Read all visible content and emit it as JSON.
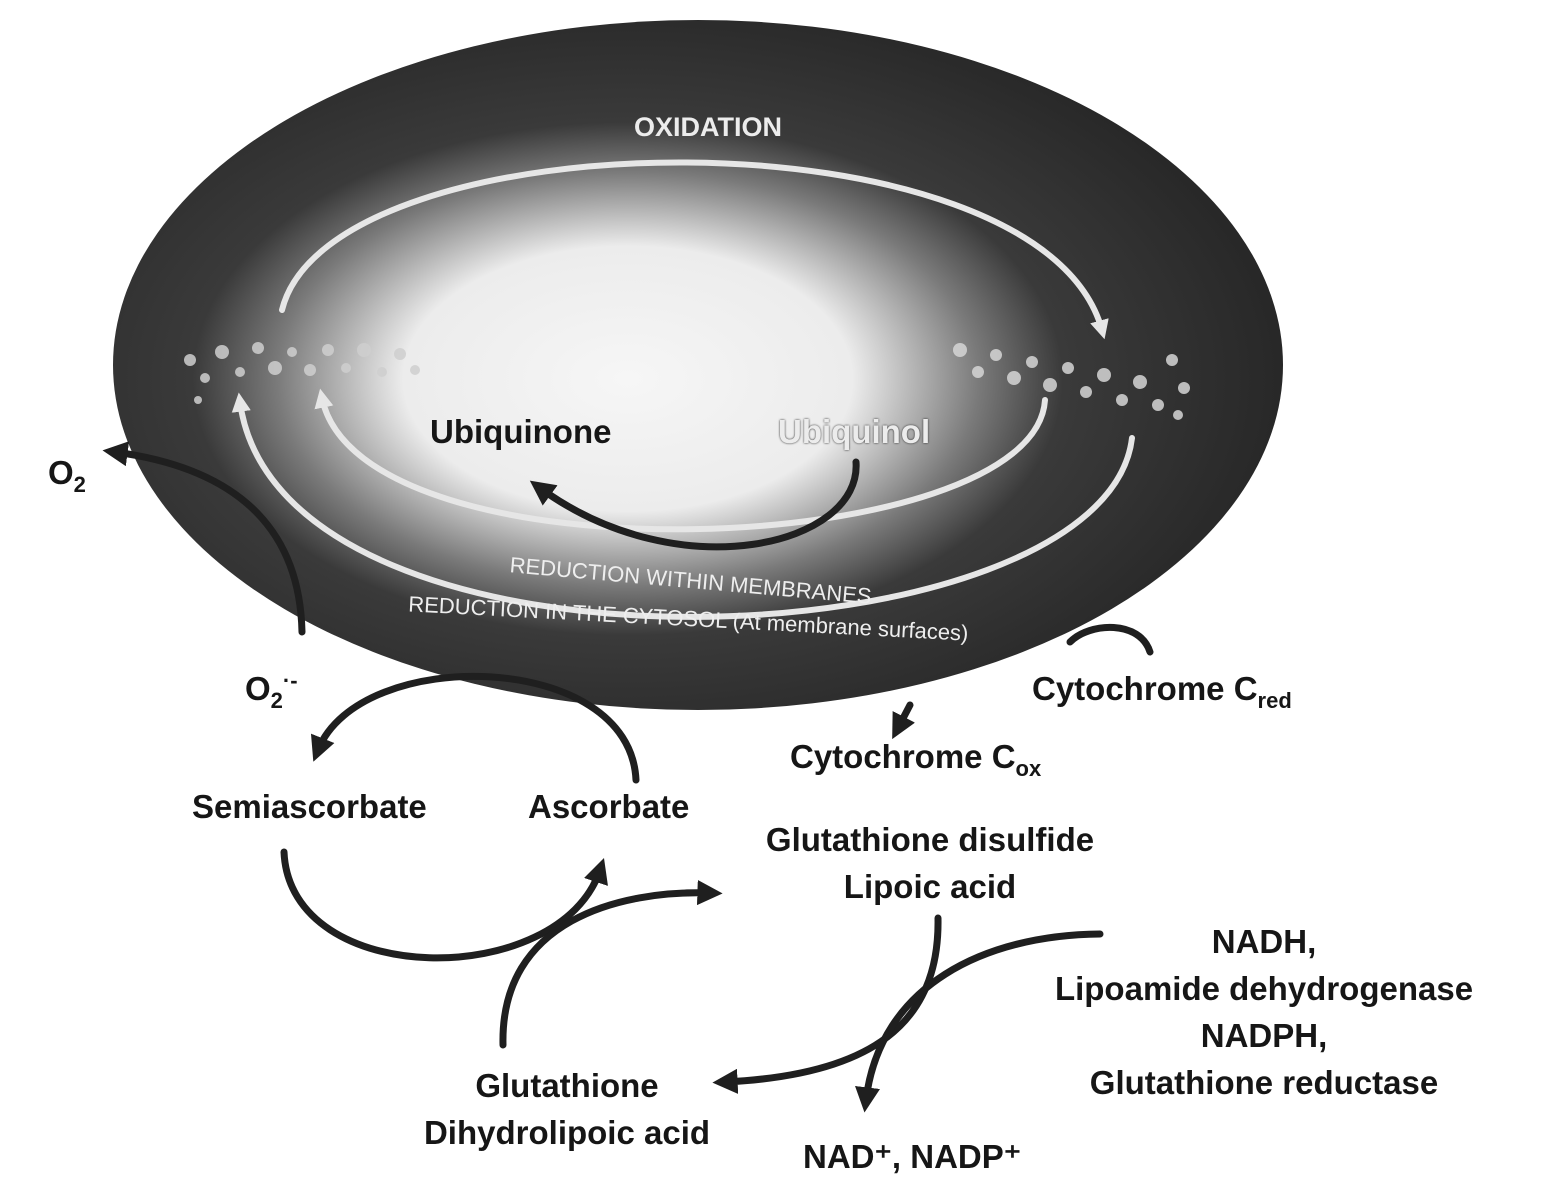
{
  "oval": {
    "oxidation": "OXIDATION",
    "ubiquinone_left": "Ubiquinone",
    "ubiquinol_right": "Ubiquinol",
    "reduction_membranes": "REDUCTION WITHIN MEMBRANES",
    "reduction_cytosol": "REDUCTION IN THE CYTOSOL (At membrane surfaces)"
  },
  "oxygen": {
    "o2_base": "O",
    "o2_sub": "2",
    "superoxide_base": "O",
    "superoxide_sub": "2",
    "superoxide_sup": "·-"
  },
  "cytochrome": {
    "red_base": "Cytochrome C",
    "red_sub": "red",
    "ox_base": "Cytochrome C",
    "ox_sub": "ox"
  },
  "ascorbate": {
    "semiascorbate": "Semiascorbate",
    "ascorbate": "Ascorbate"
  },
  "oxidized_thiols": {
    "line1": "Glutathione disulfide",
    "line2": "Lipoic acid"
  },
  "reduced_thiols": {
    "line1": "Glutathione",
    "line2": "Dihydrolipoic acid"
  },
  "reductants": {
    "line1": "NADH,",
    "line2": "Lipoamide dehydrogenase",
    "line3": "NADPH,",
    "line4": "Glutathione reductase"
  },
  "cofactors_oxidized": "NAD⁺, NADP⁺",
  "colors": {
    "oval_dark": "#2b2b2b",
    "oval_glow": "#f4f4f4",
    "arrow_dark": "#1f1f1f",
    "arrow_light": "#e6e6e6",
    "text": "#161616"
  }
}
